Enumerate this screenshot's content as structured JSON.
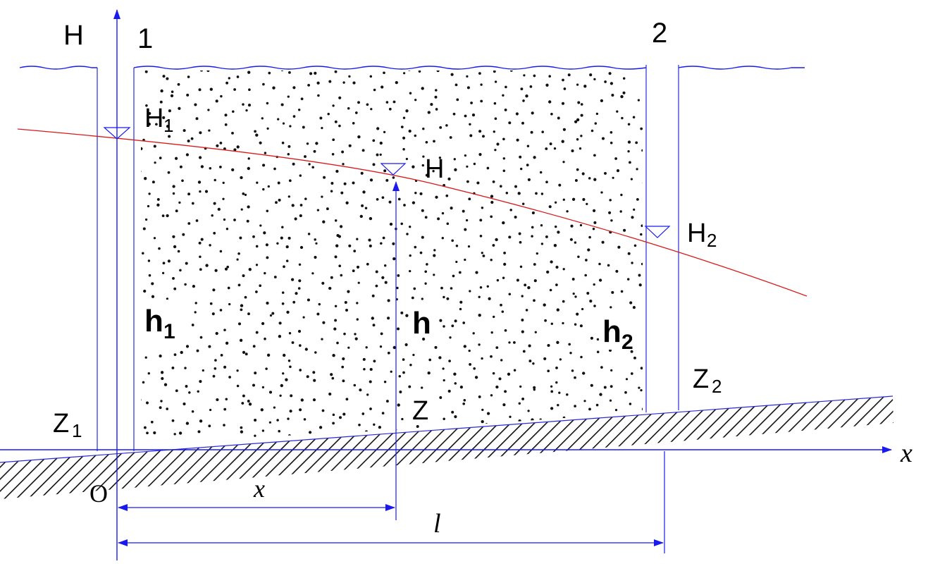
{
  "labels": {
    "axis_h": "H",
    "section_1": "1",
    "section_2": "2",
    "head_1": "H",
    "head_1_sub": "1",
    "head_mid": "H",
    "head_2": "H",
    "head_2_sub": "2",
    "depth_1": "h",
    "depth_1_sub": "1",
    "depth_mid": "h",
    "depth_2": "h",
    "depth_2_sub": "2",
    "z_1": "Z",
    "z_1_sub": "1",
    "z_mid": "Z",
    "z_2": "Z",
    "z_2_sub": "2",
    "origin": "O",
    "axis_x": "x",
    "dim_x": "x",
    "dim_l": "l"
  },
  "colors": {
    "axis_blue": "#1a1aee",
    "line_blue": "#2a2ad8",
    "water_surface": "#d81b1b",
    "soil_dots": "#111111",
    "ground_hatch": "#111111",
    "text": "#000000"
  }
}
